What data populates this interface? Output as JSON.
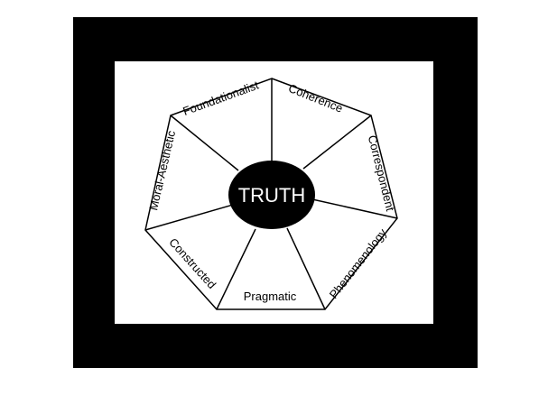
{
  "center_label": "TRUTH",
  "segments": [
    {
      "label": "Foundationalist"
    },
    {
      "label": "Coherence"
    },
    {
      "label": "Correspondent"
    },
    {
      "label": "Phenomenology"
    },
    {
      "label": "Pragmatic"
    },
    {
      "label": "Constructed"
    },
    {
      "label": "Moral-Aesthetic"
    }
  ],
  "colors": {
    "frame": "#000000",
    "panel": "#ffffff",
    "stroke": "#000000",
    "center_fill": "#000000",
    "center_text": "#ffffff",
    "label_text": "#000000"
  }
}
